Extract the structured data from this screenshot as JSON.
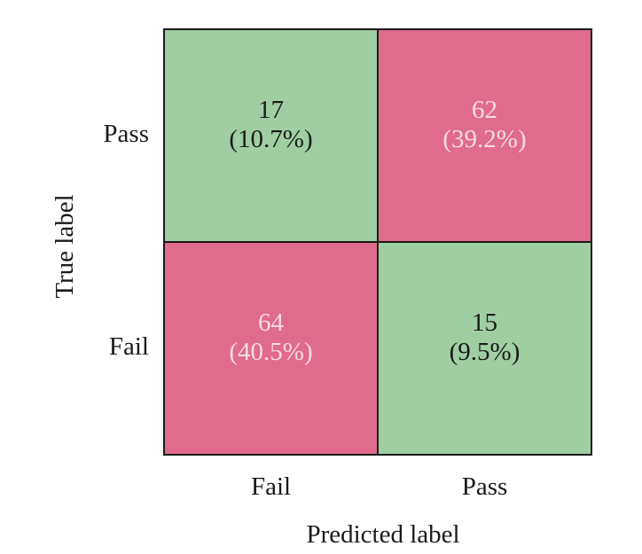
{
  "chart_data": {
    "type": "heatmap",
    "xlabel": "Predicted label",
    "ylabel": "True label",
    "x_categories": [
      "Fail",
      "Pass"
    ],
    "y_categories": [
      "Pass",
      "Fail"
    ],
    "cells": [
      {
        "row": 0,
        "col": 0,
        "true_label": "Pass",
        "predicted_label": "Fail",
        "count": "17",
        "percent": "(10.7%)",
        "color": "#9fcea3",
        "text_color": "#1a1a1a"
      },
      {
        "row": 0,
        "col": 1,
        "true_label": "Pass",
        "predicted_label": "Pass",
        "count": "62",
        "percent": "(39.2%)",
        "color": "#e16b8c",
        "text_color": "#f6dce4"
      },
      {
        "row": 1,
        "col": 0,
        "true_label": "Fail",
        "predicted_label": "Fail",
        "count": "64",
        "percent": "(40.5%)",
        "color": "#e16b8c",
        "text_color": "#f6dce4"
      },
      {
        "row": 1,
        "col": 1,
        "true_label": "Fail",
        "predicted_label": "Pass",
        "count": "15",
        "percent": "(9.5%)",
        "color": "#9fcea3",
        "text_color": "#1a1a1a"
      }
    ]
  }
}
